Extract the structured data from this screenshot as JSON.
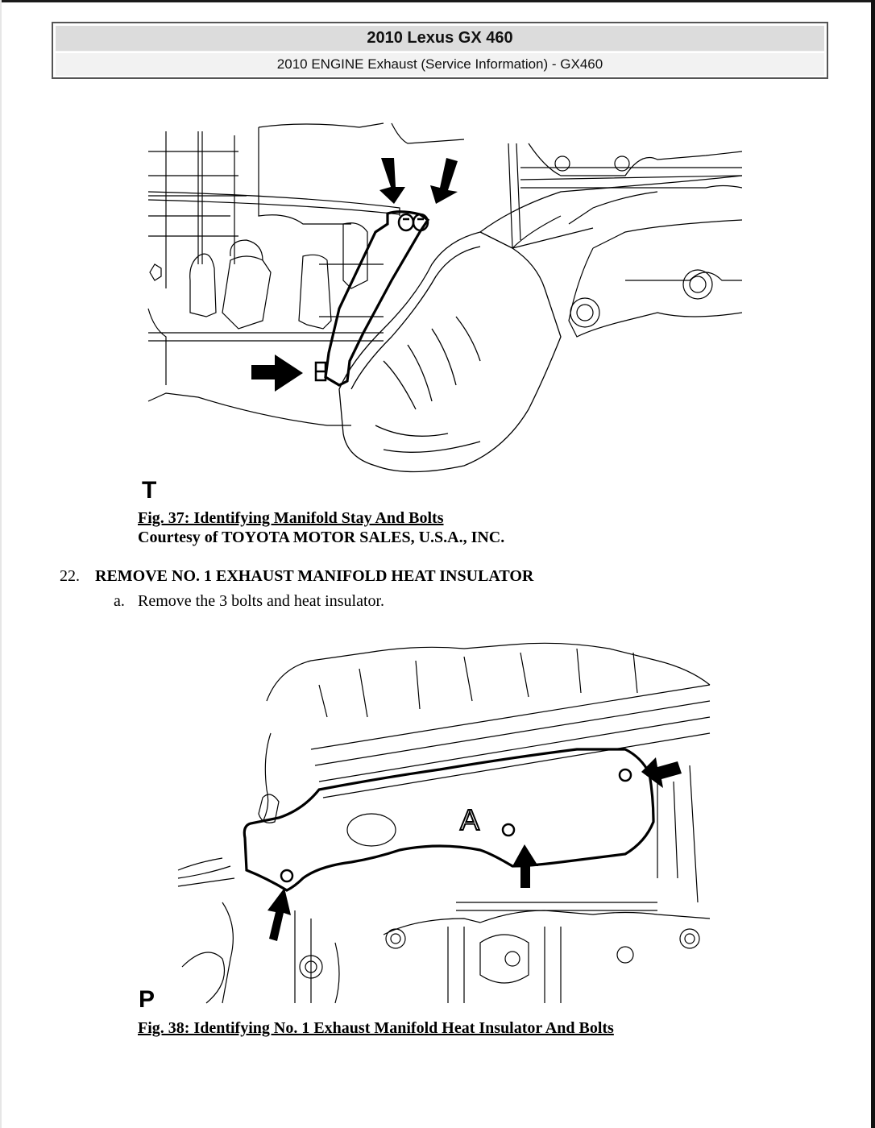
{
  "header": {
    "title": "2010 Lexus GX 460",
    "subtitle": "2010 ENGINE Exhaust (Service Information) - GX460"
  },
  "figure37": {
    "view_letter": "T",
    "caption": "Fig. 37: Identifying Manifold Stay And Bolts",
    "credit": "Courtesy of TOYOTA MOTOR SALES, U.S.A., INC.",
    "indicator_arrows": 3
  },
  "step22": {
    "number": "22.",
    "title": "REMOVE NO. 1 EXHAUST MANIFOLD HEAT INSULATOR",
    "substeps": [
      {
        "label": "a.",
        "text": "Remove the 3 bolts and heat insulator."
      }
    ]
  },
  "figure38": {
    "view_letter": "P",
    "part_marker": "A",
    "caption": "Fig. 38: Identifying No. 1 Exhaust Manifold Heat Insulator And Bolts",
    "indicator_arrows": 3
  }
}
